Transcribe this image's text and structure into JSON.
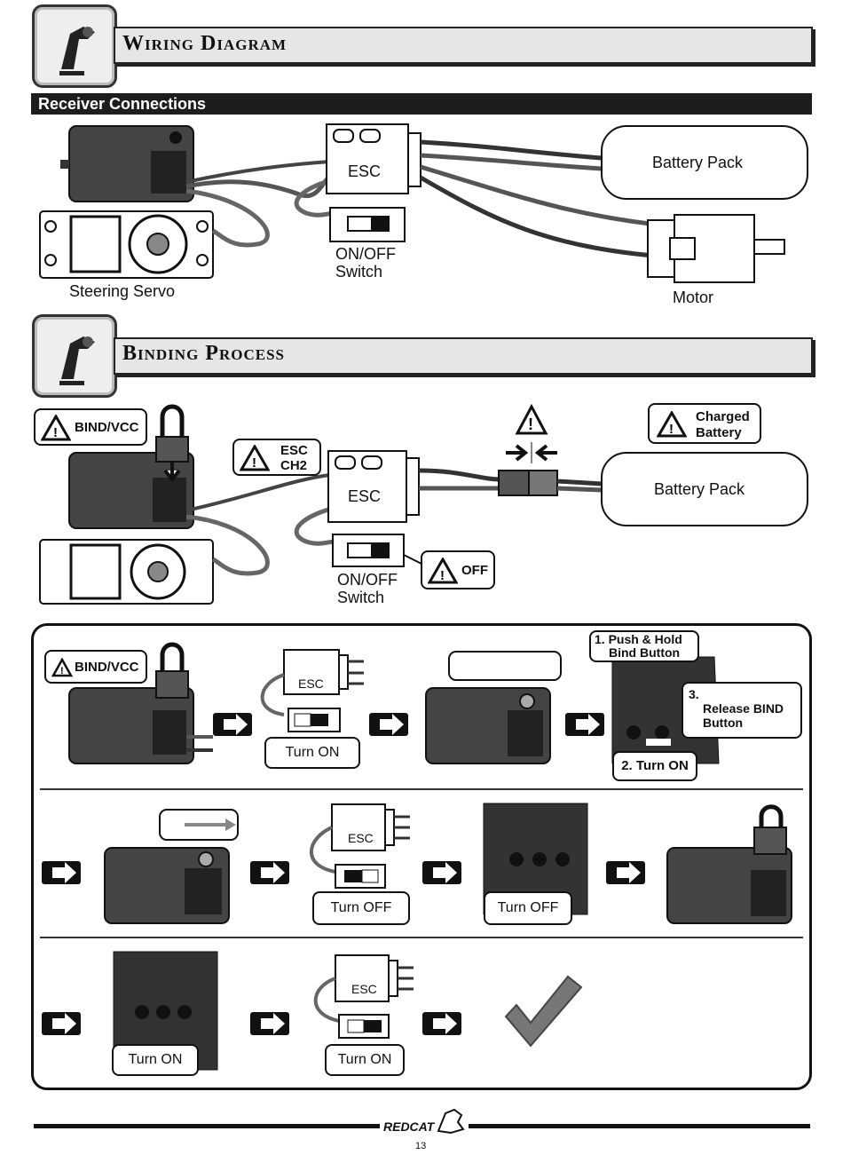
{
  "section1": {
    "title": "Wiring Diagram",
    "subtitle": "Receiver Connections"
  },
  "section2": {
    "title": "Binding Process"
  },
  "wiring": {
    "esc": "ESC",
    "battery": "Battery Pack",
    "switch_line1": "ON/OFF",
    "switch_line2": "Switch",
    "servo": "Steering Servo",
    "motor": "Motor"
  },
  "binding": {
    "bind_vcc": "BIND/VCC",
    "esc_ch2_l1": "ESC",
    "esc_ch2_l2": "CH2",
    "esc": "ESC",
    "charged_l1": "Charged",
    "charged_l2": "Battery",
    "battery": "Battery Pack",
    "off": "OFF",
    "switch_line1": "ON/OFF",
    "switch_line2": "Switch"
  },
  "steps": {
    "bind_vcc": "BIND/VCC",
    "esc": "ESC",
    "turn_on": "Turn ON",
    "push_hold_l1": "1. Push & Hold",
    "push_hold_l2": "Bind Button",
    "release_l1": "3.",
    "release_l2": "Release BIND",
    "release_l3": "Button",
    "turn_on_2": "2. Turn ON",
    "turn_off": "Turn OFF",
    "turn_off_2": "Turn OFF",
    "turn_on_3": "Turn ON",
    "turn_on_4": "Turn ON"
  },
  "footer": {
    "brand": "REDCAT",
    "page": "13"
  }
}
